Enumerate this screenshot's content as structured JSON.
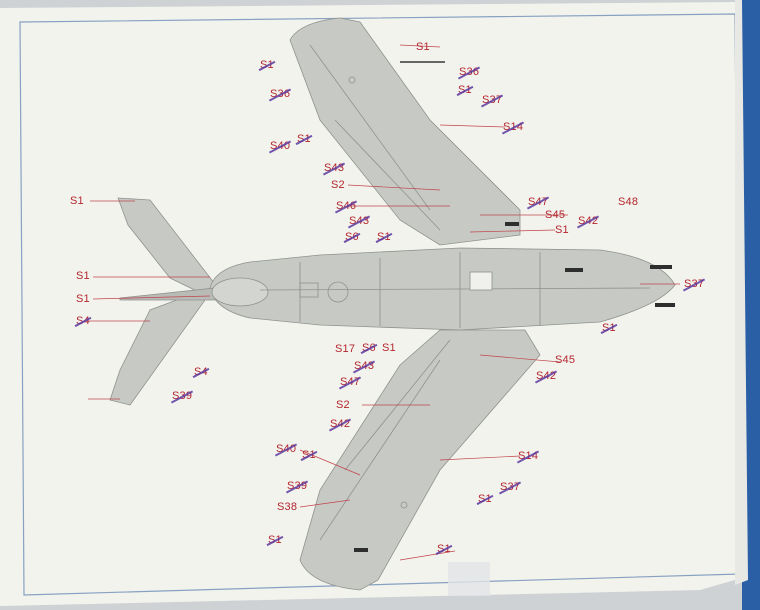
{
  "labels": [
    "S1",
    "S1",
    "S36",
    "S36",
    "S1",
    "S37",
    "S14",
    "S1",
    "S40",
    "S43",
    "S2",
    "S46",
    "S43",
    "S6",
    "S1",
    "S47",
    "S45",
    "S1",
    "S42",
    "S48",
    "S1",
    "S1",
    "S1",
    "S4",
    "S4",
    "S37",
    "S17",
    "S6",
    "S1",
    "S43",
    "S47",
    "S45",
    "S42",
    "S1",
    "S39",
    "S2",
    "S42",
    "S40",
    "S1",
    "S14",
    "S39",
    "S37",
    "S1",
    "S38",
    "S1",
    "S1"
  ],
  "colors": {
    "paper": "#f3f3ee",
    "airframe": "#c7c9c5",
    "panel_line": "#8f928e",
    "callout": "#b3262d",
    "pen_strike": "#5a3aa0",
    "border_blue": "#1d4f8f"
  }
}
